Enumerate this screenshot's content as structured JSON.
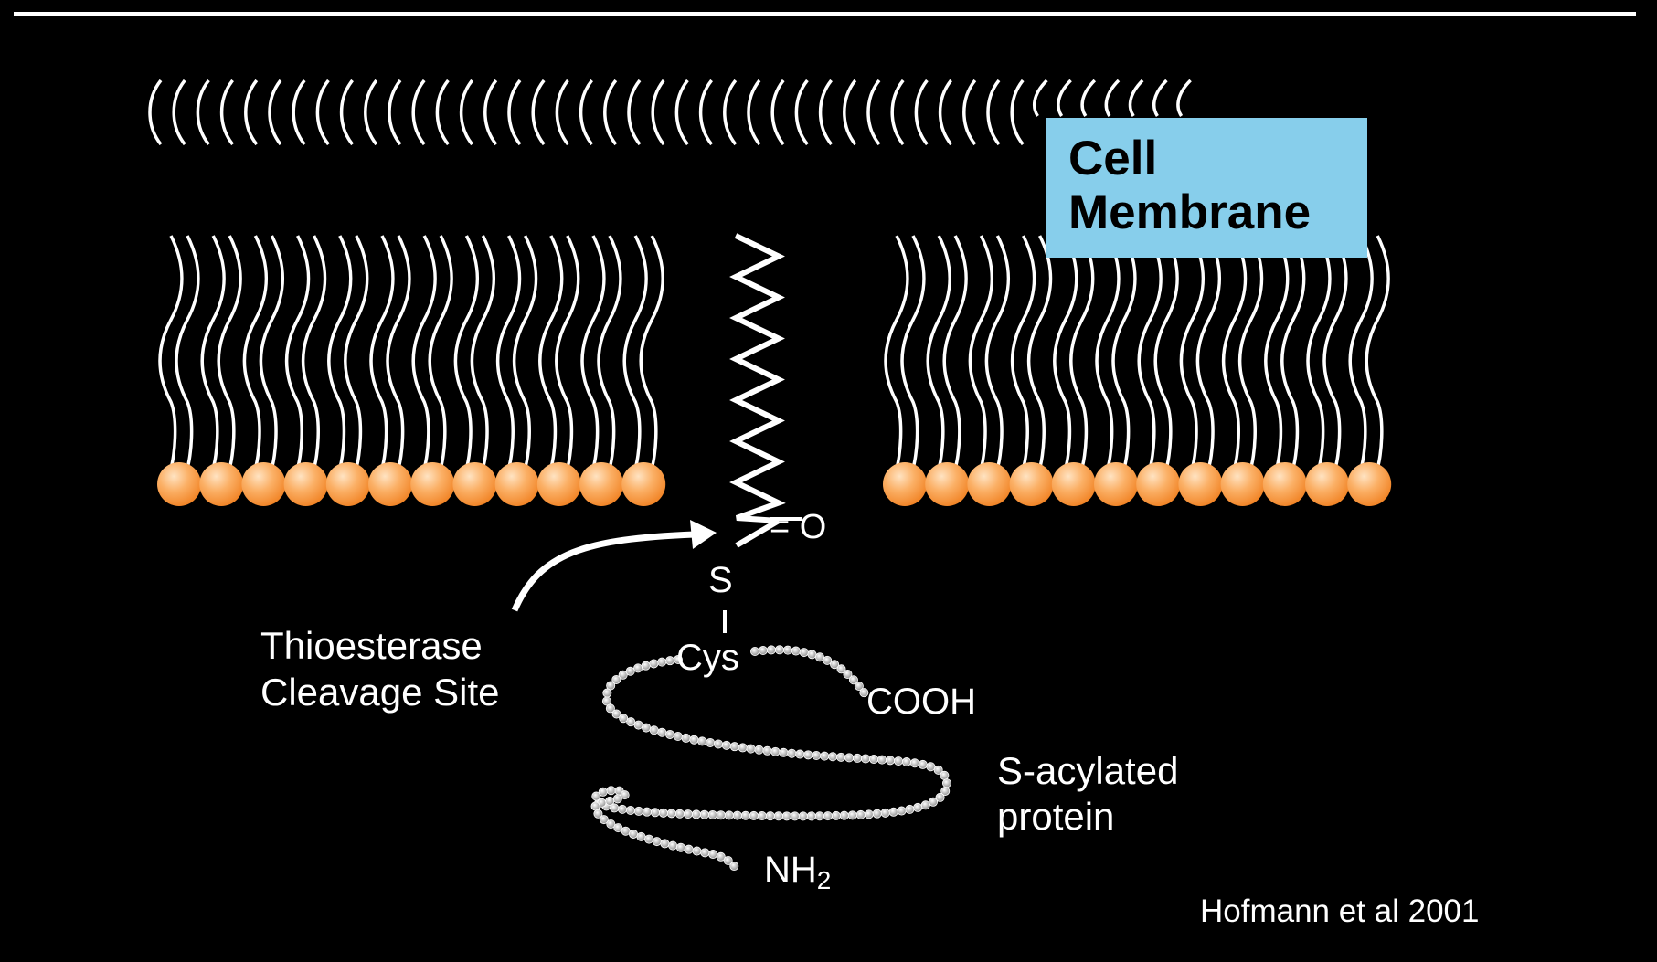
{
  "labels": {
    "cell_membrane_line1": "Cell",
    "cell_membrane_line2": "Membrane",
    "carbonyl_oxygen": "= O",
    "sulfur": "S",
    "cysteine": "Cys",
    "carboxyl_terminus": "COOH",
    "amino_terminus_base": "NH",
    "amino_terminus_subscript": "2",
    "cleavage_line1": "Thioesterase",
    "cleavage_line2": "Cleavage Site",
    "protein_line1": "S-acylated",
    "protein_line2": "protein",
    "citation": "Hofmann et al 2001"
  },
  "colors": {
    "background": "#000000",
    "lipid_tail": "#ffffff",
    "lipid_head_center": "#ffe3c2",
    "lipid_head_edge": "#f07f1f",
    "membrane_label_box": "#87ceeb",
    "label_text": "#ffffff"
  },
  "icons": {
    "lipid_head": "orange-sphere",
    "acyl_chain": "zigzag-chain",
    "protein_chain": "bead-chain",
    "cleavage_arrow": "curved-arrow"
  }
}
